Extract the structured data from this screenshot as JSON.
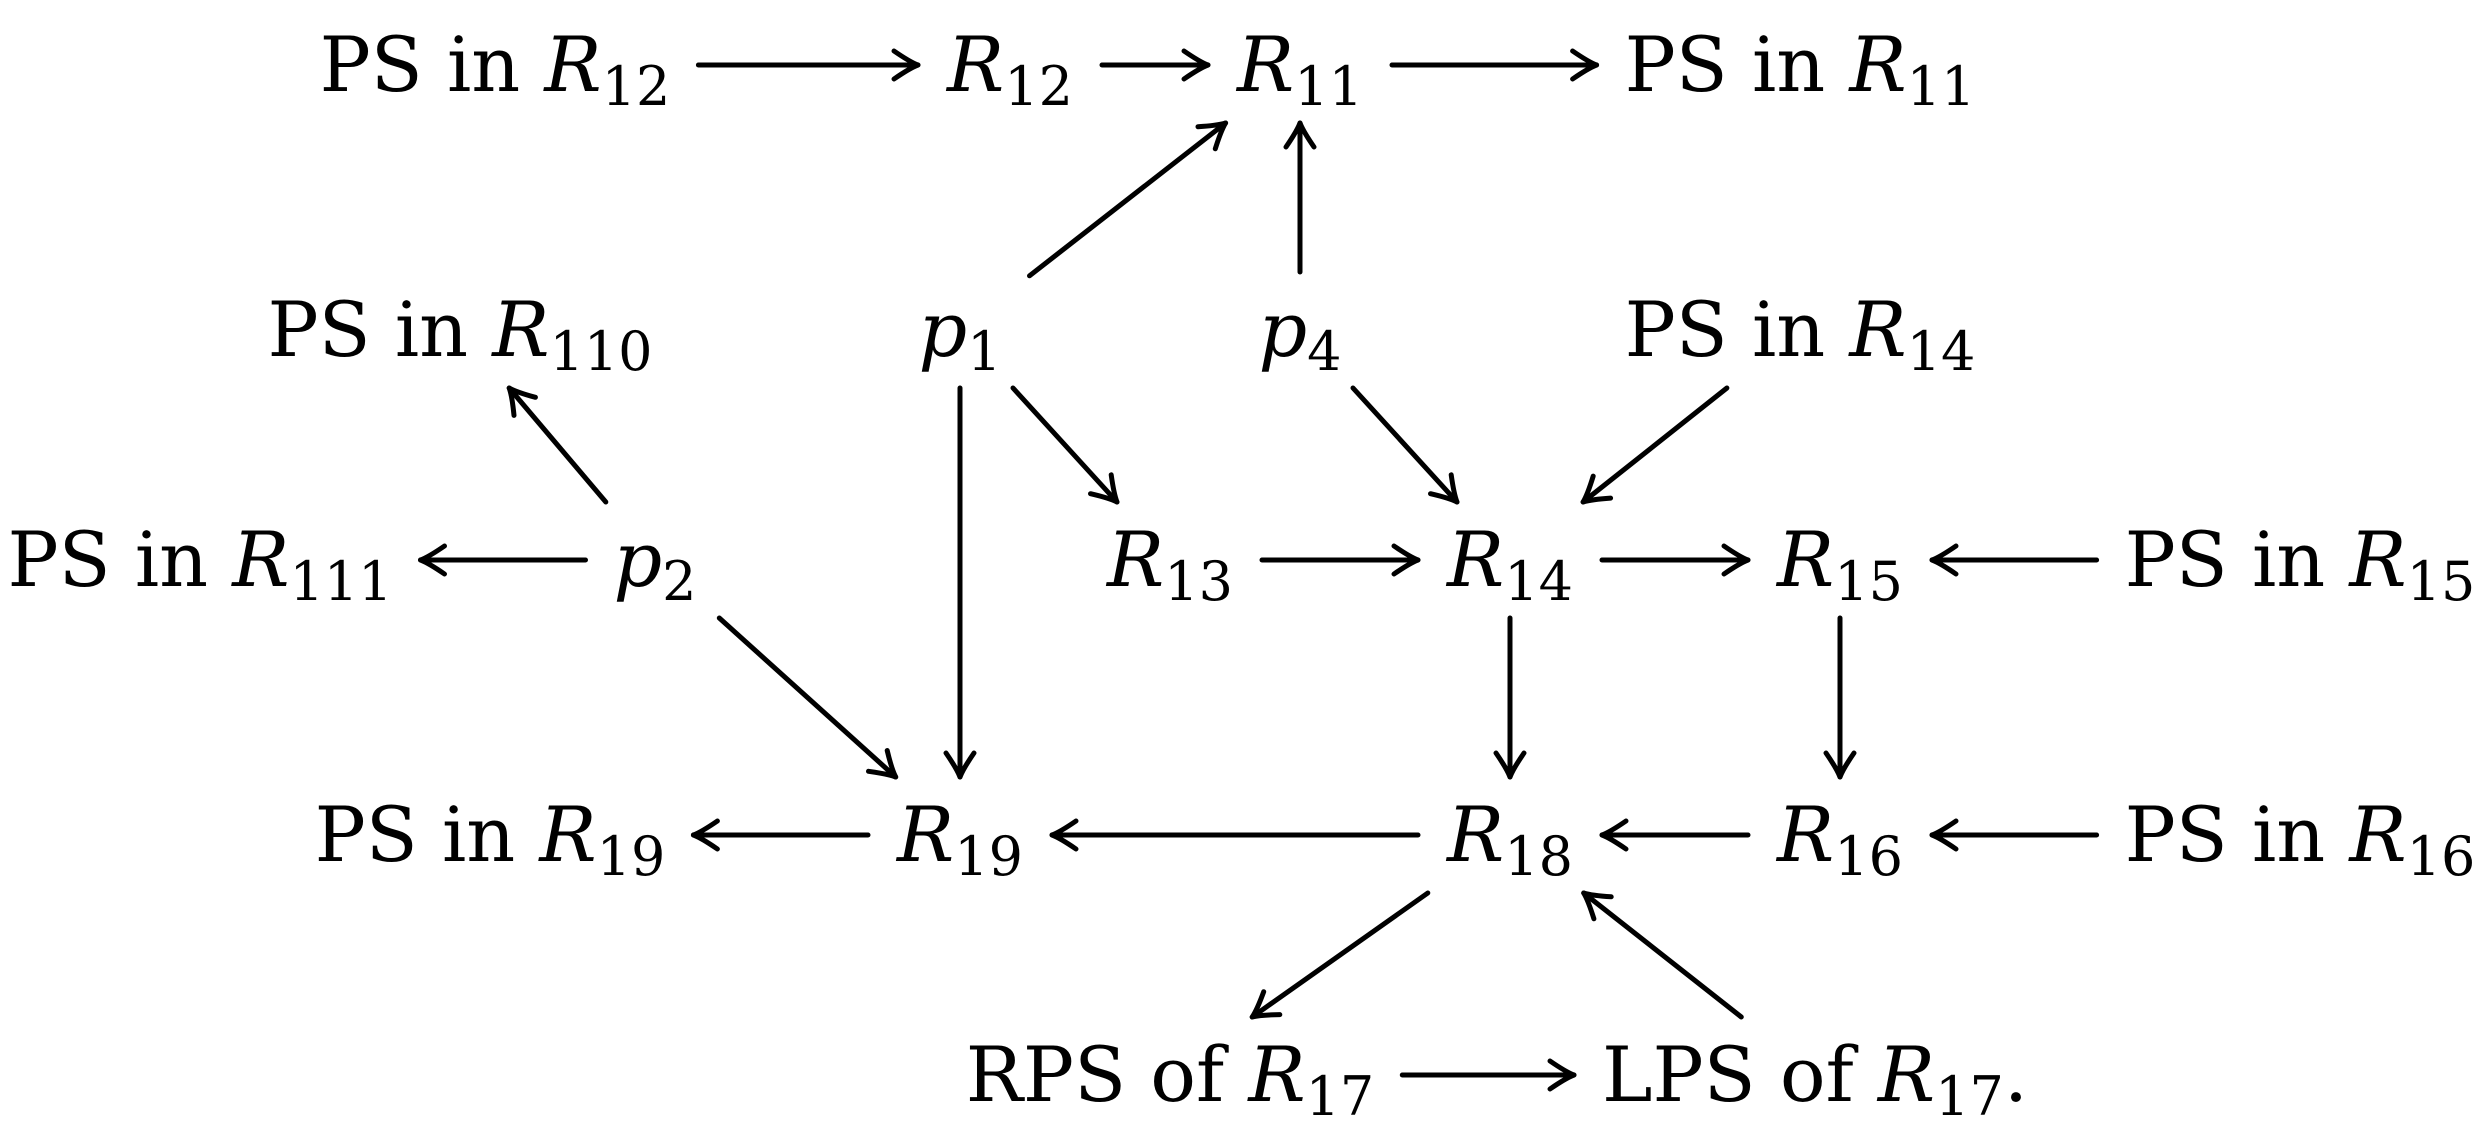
{
  "nodes": [
    {
      "id": "ps_r12",
      "parts": [
        {
          "t": "PS in "
        },
        {
          "t": "R",
          "i": true
        },
        {
          "t": "12",
          "s": true
        }
      ]
    },
    {
      "id": "r12",
      "parts": [
        {
          "t": "R",
          "i": true
        },
        {
          "t": "12",
          "s": true
        }
      ]
    },
    {
      "id": "r11",
      "parts": [
        {
          "t": "R",
          "i": true
        },
        {
          "t": "11",
          "s": true
        }
      ]
    },
    {
      "id": "ps_r11",
      "parts": [
        {
          "t": "PS in "
        },
        {
          "t": "R",
          "i": true
        },
        {
          "t": "11",
          "s": true
        }
      ]
    },
    {
      "id": "ps_r110",
      "parts": [
        {
          "t": "PS in "
        },
        {
          "t": "R",
          "i": true
        },
        {
          "t": "110",
          "s": true
        }
      ]
    },
    {
      "id": "p1",
      "parts": [
        {
          "t": "p",
          "i": true
        },
        {
          "t": "1",
          "s": true
        }
      ]
    },
    {
      "id": "p4",
      "parts": [
        {
          "t": "p",
          "i": true
        },
        {
          "t": "4",
          "s": true
        }
      ]
    },
    {
      "id": "ps_r14",
      "parts": [
        {
          "t": "PS in "
        },
        {
          "t": "R",
          "i": true
        },
        {
          "t": "14",
          "s": true
        }
      ]
    },
    {
      "id": "ps_r111",
      "parts": [
        {
          "t": "PS in "
        },
        {
          "t": "R",
          "i": true
        },
        {
          "t": "111",
          "s": true
        }
      ]
    },
    {
      "id": "p2",
      "parts": [
        {
          "t": "p",
          "i": true
        },
        {
          "t": "2",
          "s": true
        }
      ]
    },
    {
      "id": "r13",
      "parts": [
        {
          "t": "R",
          "i": true
        },
        {
          "t": "13",
          "s": true
        }
      ]
    },
    {
      "id": "r14",
      "parts": [
        {
          "t": "R",
          "i": true
        },
        {
          "t": "14",
          "s": true
        }
      ]
    },
    {
      "id": "r15",
      "parts": [
        {
          "t": "R",
          "i": true
        },
        {
          "t": "15",
          "s": true
        }
      ]
    },
    {
      "id": "ps_r15",
      "parts": [
        {
          "t": "PS in "
        },
        {
          "t": "R",
          "i": true
        },
        {
          "t": "15",
          "s": true
        }
      ]
    },
    {
      "id": "ps_r19",
      "parts": [
        {
          "t": "PS in "
        },
        {
          "t": "R",
          "i": true
        },
        {
          "t": "19",
          "s": true
        }
      ]
    },
    {
      "id": "r19",
      "parts": [
        {
          "t": "R",
          "i": true
        },
        {
          "t": "19",
          "s": true
        }
      ]
    },
    {
      "id": "r18",
      "parts": [
        {
          "t": "R",
          "i": true
        },
        {
          "t": "18",
          "s": true
        }
      ]
    },
    {
      "id": "r16",
      "parts": [
        {
          "t": "R",
          "i": true
        },
        {
          "t": "16",
          "s": true
        }
      ]
    },
    {
      "id": "ps_r16",
      "parts": [
        {
          "t": "PS in "
        },
        {
          "t": "R",
          "i": true
        },
        {
          "t": "16",
          "s": true
        }
      ]
    },
    {
      "id": "rps_r17",
      "parts": [
        {
          "t": "RPS of "
        },
        {
          "t": "R",
          "i": true
        },
        {
          "t": "17",
          "s": true
        }
      ]
    },
    {
      "id": "lps_r17",
      "parts": [
        {
          "t": "LPS of "
        },
        {
          "t": "R",
          "i": true
        },
        {
          "t": "17",
          "s": true
        },
        {
          "t": "."
        }
      ]
    }
  ],
  "edges": [
    {
      "from": "ps_r12",
      "to": "r12"
    },
    {
      "from": "r12",
      "to": "r11"
    },
    {
      "from": "r11",
      "to": "ps_r11"
    },
    {
      "from": "p1",
      "to": "r11"
    },
    {
      "from": "p4",
      "to": "r11"
    },
    {
      "from": "p1",
      "to": "r13"
    },
    {
      "from": "p1",
      "to": "r19"
    },
    {
      "from": "p4",
      "to": "r14"
    },
    {
      "from": "ps_r14",
      "to": "r14"
    },
    {
      "from": "p2",
      "to": "ps_r110"
    },
    {
      "from": "p2",
      "to": "ps_r111"
    },
    {
      "from": "p2",
      "to": "r19"
    },
    {
      "from": "r13",
      "to": "r14"
    },
    {
      "from": "r14",
      "to": "r15"
    },
    {
      "from": "ps_r15",
      "to": "r15"
    },
    {
      "from": "r14",
      "to": "r18"
    },
    {
      "from": "r15",
      "to": "r16"
    },
    {
      "from": "r19",
      "to": "ps_r19"
    },
    {
      "from": "r18",
      "to": "r19"
    },
    {
      "from": "r16",
      "to": "r18"
    },
    {
      "from": "ps_r16",
      "to": "r16"
    },
    {
      "from": "r18",
      "to": "rps_r17"
    },
    {
      "from": "lps_r17",
      "to": "r18"
    },
    {
      "from": "rps_r17",
      "to": "lps_r17"
    }
  ]
}
